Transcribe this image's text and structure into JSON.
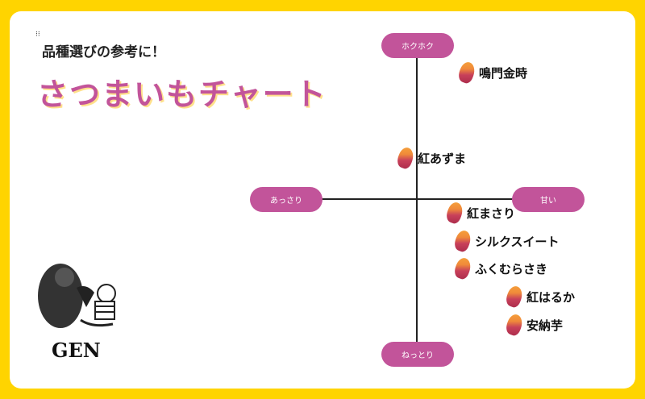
{
  "header": {
    "subtitle": "品種選びの参考に！",
    "title": "さつまいもチャート"
  },
  "axes": {
    "top": "ホクホク",
    "bottom": "ねっとり",
    "left": "あっさり",
    "right": "甘い"
  },
  "varieties": [
    "鳴門金時",
    "紅あずま",
    "紅まさり",
    "シルクスイート",
    "ふくむらさき",
    "紅はるか",
    "安納芋"
  ],
  "logo": {
    "text": "GEN"
  },
  "colors": {
    "background": "#FFD400",
    "accent": "#C2549A"
  }
}
